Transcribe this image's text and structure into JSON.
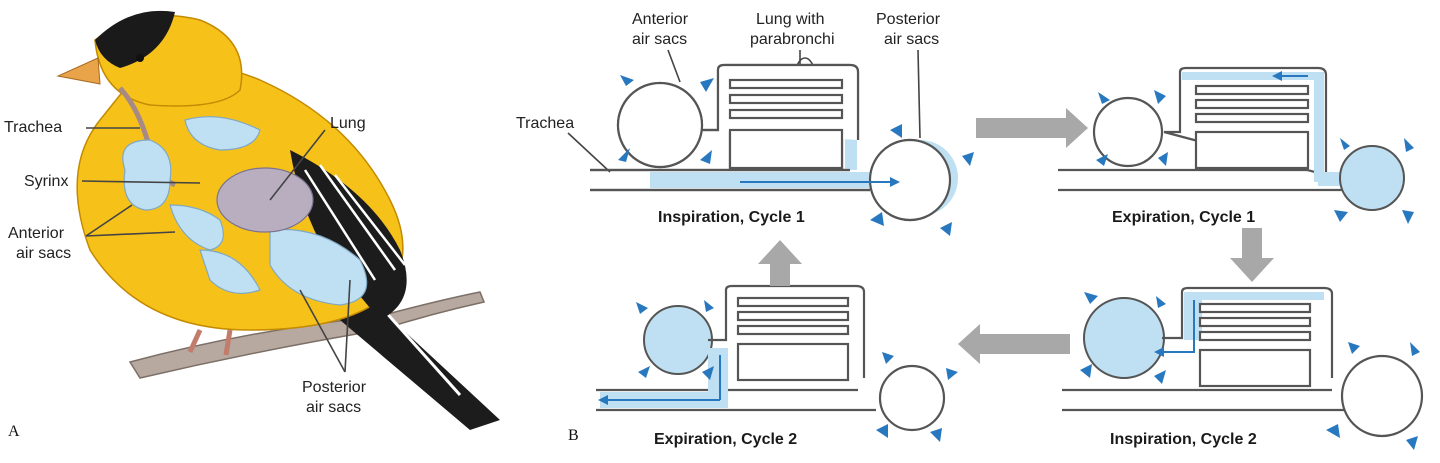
{
  "panel_a": {
    "letter": "A",
    "labels": {
      "trachea": "Trachea",
      "syrinx": "Syrinx",
      "lung": "Lung",
      "anterior_1": "Anterior",
      "anterior_2": "air sacs",
      "posterior_1": "Posterior",
      "posterior_2": "air sacs"
    }
  },
  "panel_b": {
    "letter": "B",
    "labels": {
      "anterior_1": "Anterior",
      "anterior_2": "air sacs",
      "lung_1": "Lung with",
      "lung_2": "parabronchi",
      "posterior_1": "Posterior",
      "posterior_2": "air sacs",
      "trachea": "Trachea"
    },
    "captions": {
      "insp1": "Inspiration, Cycle 1",
      "exp1": "Expiration, Cycle 1",
      "exp2": "Expiration, Cycle 2",
      "insp2": "Inspiration, Cycle 2"
    }
  },
  "colors": {
    "air": "#bfe0f2",
    "flow": "#2878c0",
    "bird_yellow": "#f6c21a",
    "bird_black": "#1a1a1a",
    "cycle_arrow": "#a8a8a8"
  }
}
